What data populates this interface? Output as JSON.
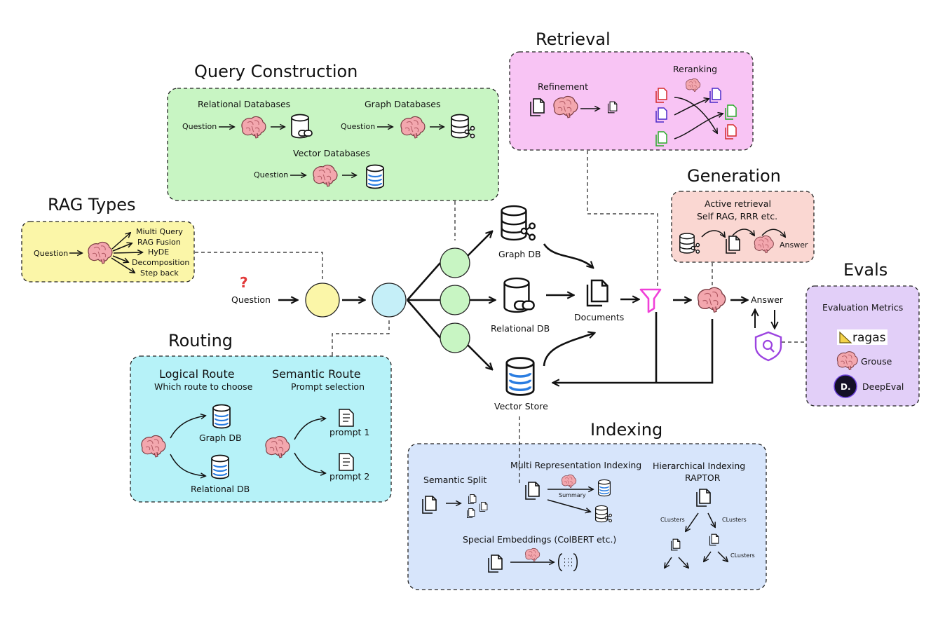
{
  "colors": {
    "query_construction_bg": "#c8f5c3",
    "retrieval_bg": "#f8c4f4",
    "generation_bg": "#fad7d2",
    "rag_types_bg": "#fbf6a8",
    "routing_bg": "#b6f2f8",
    "indexing_bg": "#d7e5fb",
    "evals_bg": "#e2cff8",
    "node_yellow": "#fbf6a8",
    "node_blue": "#c5eff8",
    "node_green": "#c8f5c3",
    "filter": "#f040d8",
    "shield": "#9c44e0",
    "brain": "#f3a7ae",
    "db_stripe": "#2a7de1"
  },
  "sections": {
    "query_construction": {
      "title": "Query Construction",
      "relational": "Relational Databases",
      "graph": "Graph Databases",
      "vector": "Vector Databases",
      "question_1": "Question",
      "question_2": "Question",
      "question_3": "Question"
    },
    "retrieval": {
      "title": "Retrieval",
      "refinement": "Refinement",
      "reranking": "Reranking"
    },
    "generation": {
      "title": "Generation",
      "line1": "Active retrieval",
      "line2": "Self RAG, RRR etc.",
      "answer": "Answer"
    },
    "rag_types": {
      "title": "RAG Types",
      "question": "Question",
      "items": [
        "Miulti Query",
        "RAG Fusion",
        "HyDE",
        "Decomposition",
        "Step back"
      ]
    },
    "routing": {
      "title": "Routing",
      "logical": "Logical Route",
      "logical_sub": "Which route to choose",
      "semantic": "Semantic Route",
      "semantic_sub": "Prompt selection",
      "graph_db": "Graph DB",
      "relational_db": "Relational DB",
      "prompt1": "prompt 1",
      "prompt2": "prompt 2"
    },
    "indexing": {
      "title": "Indexing",
      "semantic_split": "Semantic Split",
      "multi_rep": "Multi Representation Indexing",
      "summary": "Summary",
      "hierarchical": "Hierarchical Indexing",
      "raptor": "RAPTOR",
      "clusters_1": "CLusters",
      "clusters_2": "CLusters",
      "clusters_3": "CLusters",
      "special": "Special Embeddings (ColBERT etc.)"
    },
    "evals": {
      "title": "Evals",
      "metrics": "Evaluation Metrics",
      "ragas": "ragas",
      "grouse": "Grouse",
      "deepeval": "DeepEval",
      "deepeval_logo": "D."
    }
  },
  "main_flow": {
    "question_mark": "?",
    "question": "Question",
    "graph_db": "Graph DB",
    "relational_db": "Relational DB",
    "vector_store": "Vector Store",
    "documents": "Documents",
    "answer": "Answer"
  }
}
